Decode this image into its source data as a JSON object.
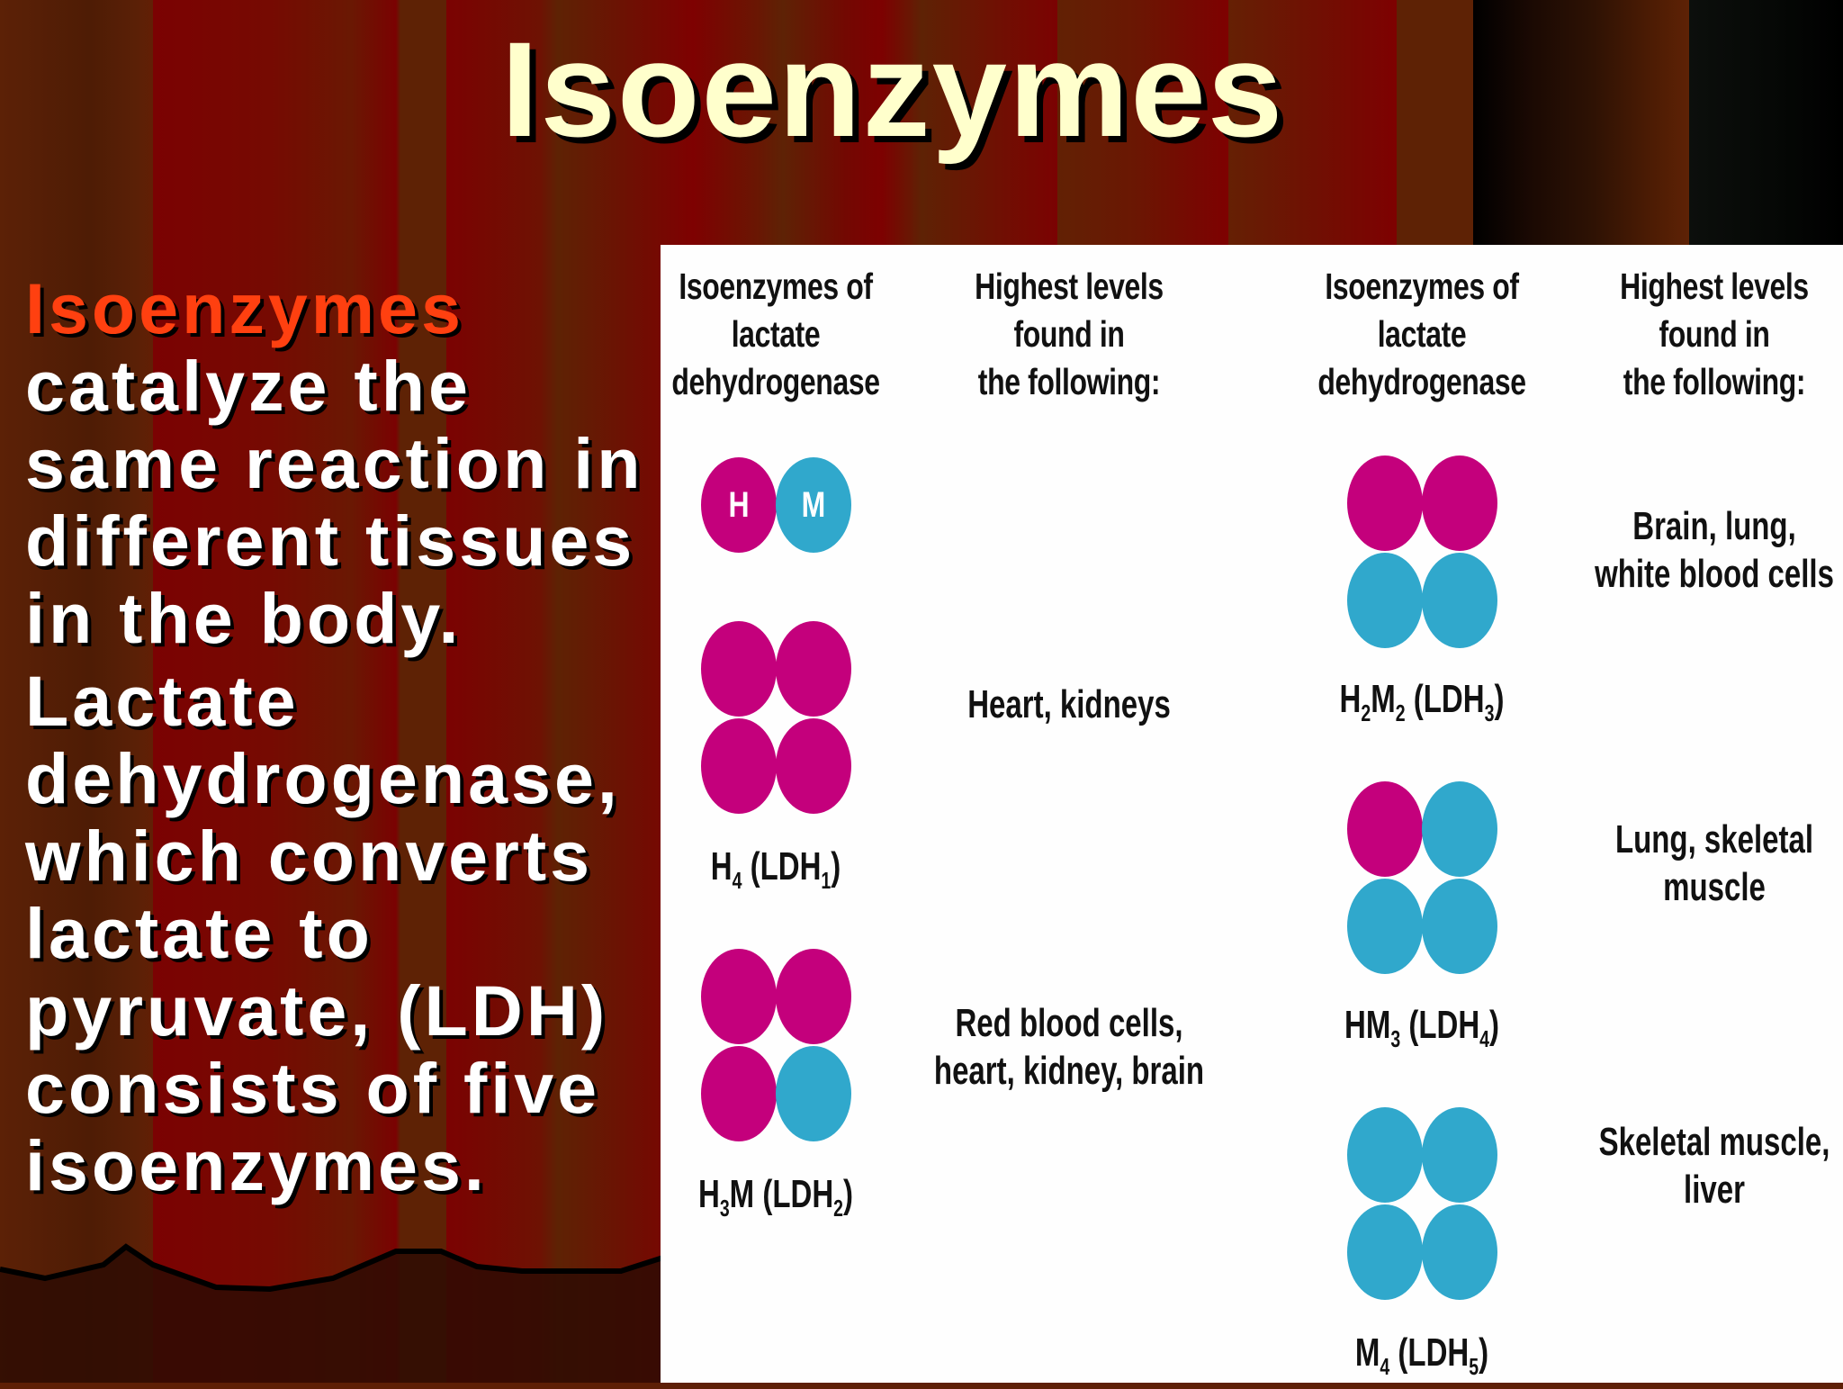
{
  "slide": {
    "title": "Isoenzymes",
    "body": {
      "highlight": "Isoenzymes",
      "paragraph1_rest": "catalyze the same reaction in different tissues in the body.",
      "paragraph1_lines": [
        "catalyze the",
        "same reaction in",
        "different tissues",
        "in the body."
      ],
      "paragraph2_lines": [
        "Lactate",
        "dehydrogenase,",
        "which converts",
        "lactate to",
        "pyruvate, (LDH)",
        "consists of five",
        "isoenzymes."
      ]
    }
  },
  "colors": {
    "title": "#ffffcc",
    "highlight": "#ff4010",
    "body_text": "#ffffff",
    "h_subunit": "#c4007c",
    "m_subunit": "#30a8cc",
    "panel_bg": "#fefefe"
  },
  "figure": {
    "headers": [
      [
        "Isoenzymes of",
        "lactate",
        "dehydrogenase"
      ],
      [
        "Highest levels",
        "found in",
        "the following:"
      ],
      [
        "Isoenzymes of",
        "lactate",
        "dehydrogenase"
      ],
      [
        "Highest levels",
        "found in",
        "the following:"
      ]
    ],
    "dimer": {
      "h_letter": "H",
      "m_letter": "M"
    },
    "isoenzymes": [
      {
        "formula_base": "H",
        "formula_sub": "4",
        "formula_mid": "",
        "formula_mid_sub": "",
        "ldh": "LDH",
        "ldh_sub": "1",
        "subunits": [
          "H",
          "H",
          "H",
          "H"
        ],
        "tissues": [
          "Heart, kidneys"
        ]
      },
      {
        "formula_base": "H",
        "formula_sub": "3",
        "formula_mid": "M",
        "formula_mid_sub": "",
        "ldh": "LDH",
        "ldh_sub": "2",
        "subunits": [
          "H",
          "H",
          "H",
          "M"
        ],
        "tissues": [
          "Red blood cells,",
          "heart, kidney, brain"
        ]
      },
      {
        "formula_base": "H",
        "formula_sub": "2",
        "formula_mid": "M",
        "formula_mid_sub": "2",
        "ldh": "LDH",
        "ldh_sub": "3",
        "subunits": [
          "H",
          "H",
          "M",
          "M"
        ],
        "tissues": [
          "Brain, lung,",
          "white blood cells"
        ]
      },
      {
        "formula_base": "HM",
        "formula_sub": "3",
        "formula_mid": "",
        "formula_mid_sub": "",
        "ldh": "LDH",
        "ldh_sub": "4",
        "subunits": [
          "H",
          "M",
          "M",
          "M"
        ],
        "tissues": [
          "Lung, skeletal",
          "muscle"
        ]
      },
      {
        "formula_base": "M",
        "formula_sub": "4",
        "formula_mid": "",
        "formula_mid_sub": "",
        "ldh": "LDH",
        "ldh_sub": "5",
        "subunits": [
          "M",
          "M",
          "M",
          "M"
        ],
        "tissues": [
          "Skeletal muscle,",
          "liver"
        ]
      }
    ]
  }
}
